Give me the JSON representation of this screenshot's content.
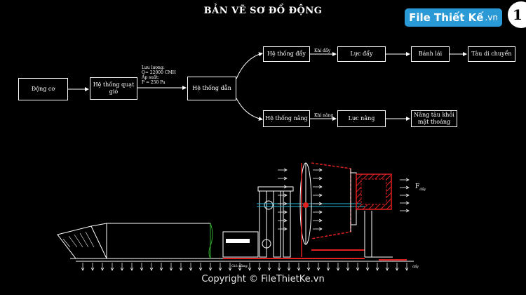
{
  "title": "BẢN VẼ SƠ ĐỒ ĐỘNG",
  "logo": {
    "text": "File Thiết Kế",
    "suffix": ".vn",
    "page_number": "1"
  },
  "boxes": {
    "engine": "Động cơ",
    "fan_system": "Hệ thống quạt gió",
    "duct_system": "Hệ thống dẫn",
    "thrust_system": "Hệ thống đẩy",
    "thrust_force": "Lực đẩy",
    "rudder": "Bánh lái",
    "boat_moves": "Tàu di chuyển",
    "lift_system": "Hệ thống nâng",
    "lift_force": "Lực nâng",
    "lift_boat": "Nâng tàu khỏi mặt thoáng"
  },
  "edge_labels": {
    "thrust_air": "Khí đẩy",
    "lift_air": "Khí nâng"
  },
  "flow_spec": {
    "flow_label": "Lưu lượng:",
    "flow_value": "Q= 22000 CMH",
    "pressure_label": "Áp suất:",
    "pressure_value": "P = 250 Pa"
  },
  "drawing": {
    "force_label": "F",
    "force_sub": "đẩy",
    "tag_a": "Gió nâng",
    "tag_b": "đẩy"
  },
  "copyright": "Copyright © FileThietKe.vn"
}
